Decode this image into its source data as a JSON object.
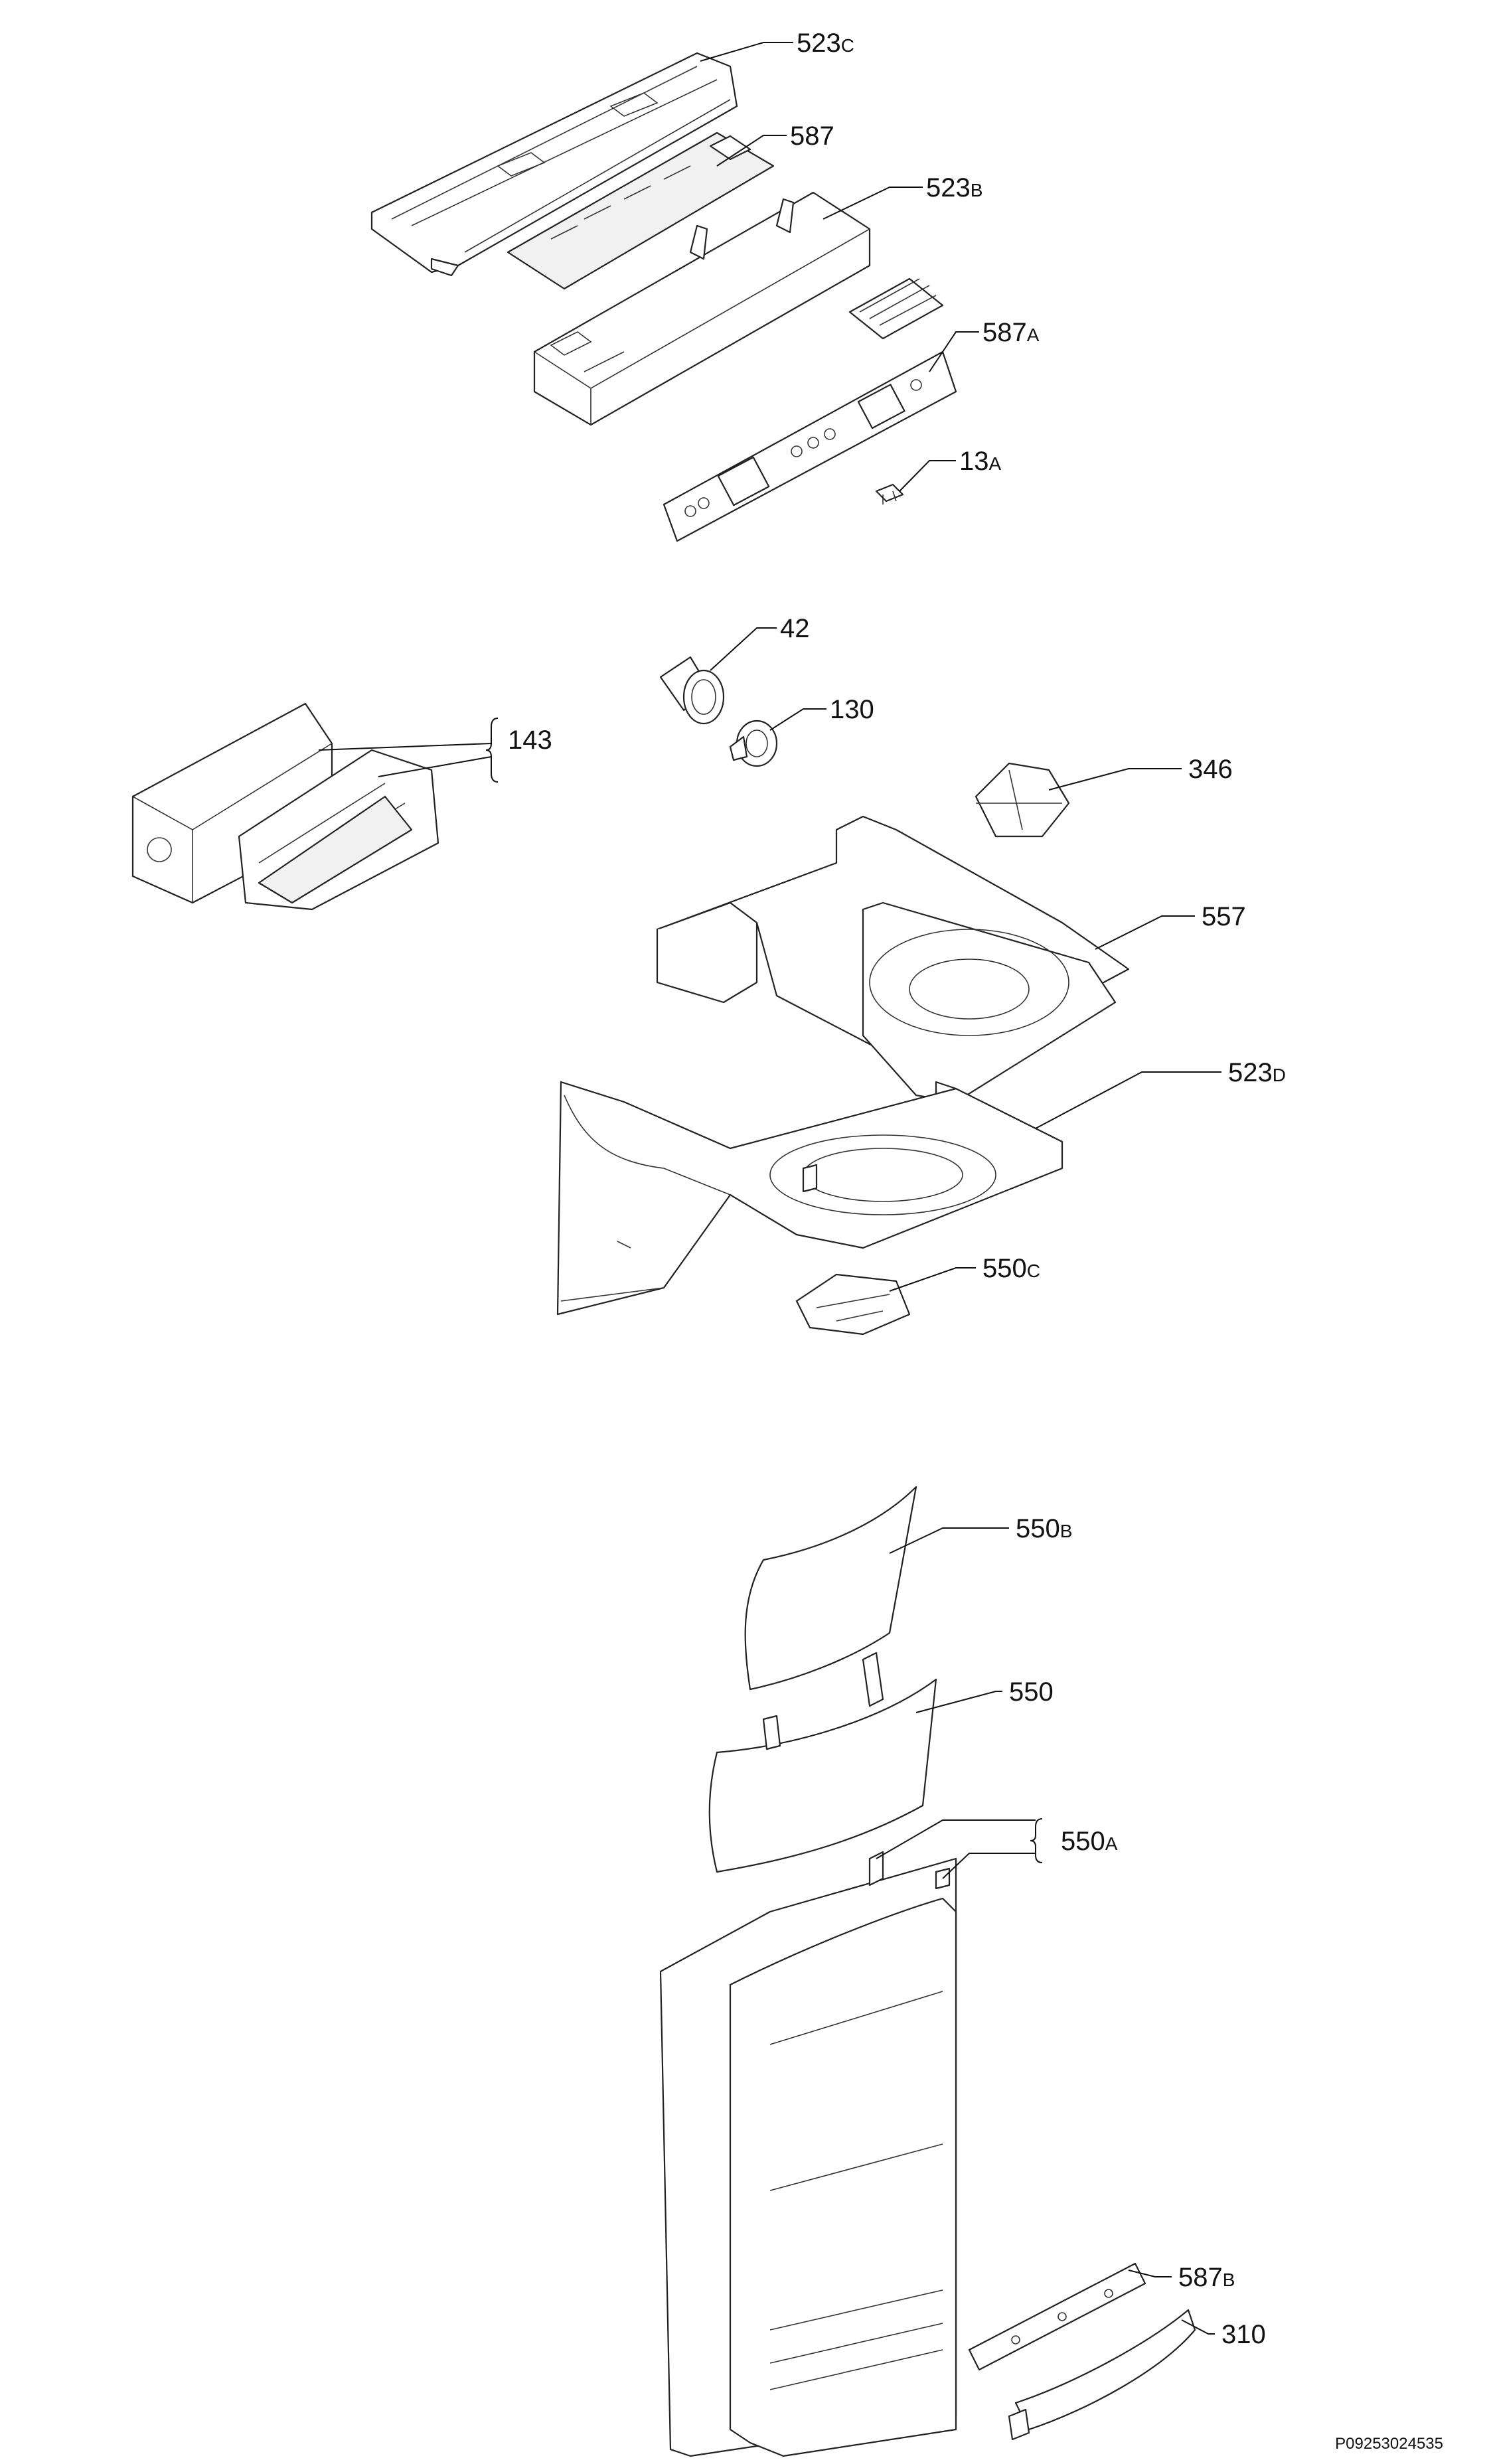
{
  "diagram": {
    "document_id": "P09253024535",
    "labels": [
      {
        "id": "523c",
        "num": "523",
        "suffix": "C"
      },
      {
        "id": "587",
        "num": "587",
        "suffix": ""
      },
      {
        "id": "523b",
        "num": "523",
        "suffix": "B"
      },
      {
        "id": "587a",
        "num": "587",
        "suffix": "A"
      },
      {
        "id": "13a",
        "num": "13",
        "suffix": "A"
      },
      {
        "id": "42",
        "num": "42",
        "suffix": ""
      },
      {
        "id": "130",
        "num": "130",
        "suffix": ""
      },
      {
        "id": "143",
        "num": "143",
        "suffix": ""
      },
      {
        "id": "346",
        "num": "346",
        "suffix": ""
      },
      {
        "id": "557",
        "num": "557",
        "suffix": ""
      },
      {
        "id": "523d",
        "num": "523",
        "suffix": "D"
      },
      {
        "id": "550c",
        "num": "550",
        "suffix": "C"
      },
      {
        "id": "550b",
        "num": "550",
        "suffix": "B"
      },
      {
        "id": "550",
        "num": "550",
        "suffix": ""
      },
      {
        "id": "550a",
        "num": "550",
        "suffix": "A"
      },
      {
        "id": "587b",
        "num": "587",
        "suffix": "B"
      },
      {
        "id": "310",
        "num": "310",
        "suffix": ""
      }
    ]
  }
}
